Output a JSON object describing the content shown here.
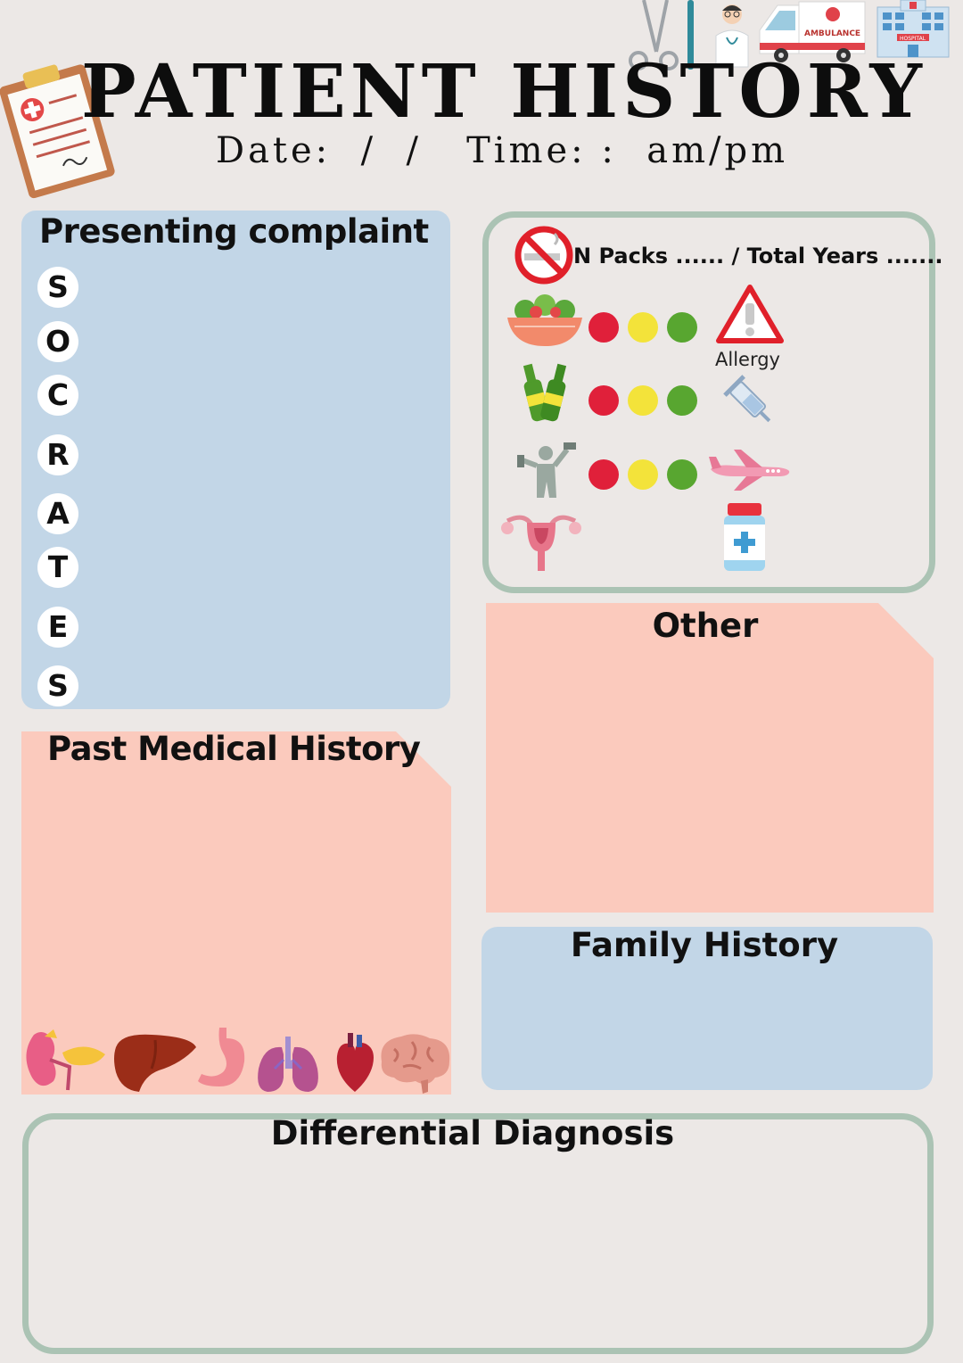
{
  "header": {
    "title": "PATIENT HISTORY",
    "datetime": "Date:  /  /   Time: :  am/pm"
  },
  "presenting_complaint": {
    "title": "Presenting complaint",
    "socrates": [
      "S",
      "O",
      "C",
      "R",
      "A",
      "T",
      "E",
      "S"
    ]
  },
  "social": {
    "smoking_label": "N Packs ...... / Total Years .......",
    "allergy_label": "Allergy",
    "rating_colors": [
      "#e0203a",
      "#f3e33a",
      "#58a630"
    ]
  },
  "other": {
    "title": "Other"
  },
  "past_medical_history": {
    "title": "Past Medical History"
  },
  "family_history": {
    "title": "Family History"
  },
  "differential_diagnosis": {
    "title": "Differential Diagnosis"
  },
  "icons": [
    "clipboard-icon",
    "scissors-icon",
    "doctor-icon",
    "ambulance-icon",
    "hospital-icon",
    "no-smoking-icon",
    "salad-icon",
    "beer-bottles-icon",
    "exercise-icon",
    "uterus-icon",
    "warning-icon",
    "syringe-icon",
    "airplane-icon",
    "medicine-bottle-icon",
    "kidney-icon",
    "liver-icon",
    "stomach-icon",
    "lungs-icon",
    "heart-icon",
    "brain-icon"
  ],
  "ambulance_text": "AMBULANCE",
  "hospital_text": "HOSPITAL"
}
